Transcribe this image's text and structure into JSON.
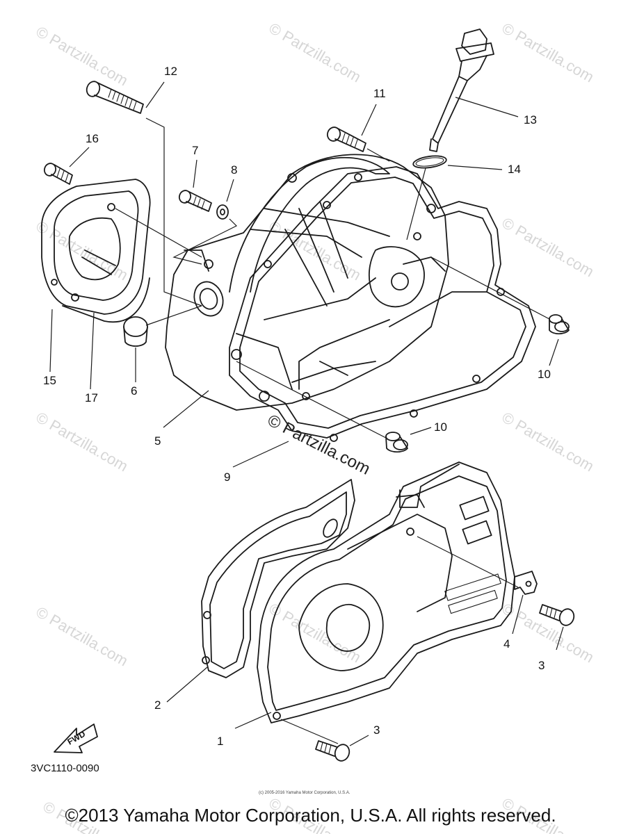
{
  "diagram": {
    "part_code": "3VC1110-0090",
    "fwd_label": "FWD",
    "watermark": "© Partzilla.com",
    "center_watermark": "© Partzilla.com",
    "small_credit": "(c) 2005-2016 Yamaha Motor Corporation, U.S.A.",
    "callouts": [
      "1",
      "2",
      "3",
      "3",
      "4",
      "5",
      "6",
      "7",
      "8",
      "9",
      "10",
      "10",
      "11",
      "12",
      "13",
      "14",
      "15",
      "16",
      "17"
    ]
  },
  "footer": {
    "copyright": "©2013 Yamaha Motor Corporation, U.S.A. All rights reserved."
  }
}
